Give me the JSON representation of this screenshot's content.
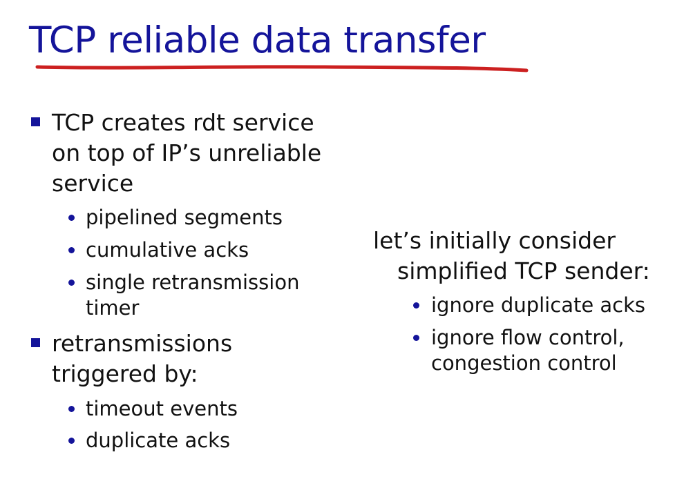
{
  "slide": {
    "title": "TCP reliable data transfer",
    "left": {
      "bullet1": {
        "lines": [
          "TCP creates rdt service",
          "on top of IP’s unreliable",
          "service"
        ],
        "sub": [
          {
            "lines": [
              "pipelined segments"
            ]
          },
          {
            "lines": [
              "cumulative acks"
            ]
          },
          {
            "lines": [
              "single retransmission",
              "timer"
            ]
          }
        ]
      },
      "bullet2": {
        "lines": [
          "retransmissions",
          "triggered by:"
        ],
        "sub": [
          {
            "lines": [
              "timeout events"
            ]
          },
          {
            "lines": [
              "duplicate acks"
            ]
          }
        ]
      }
    },
    "right": {
      "intro_lines": [
        "let’s initially consider",
        "simplified TCP sender:"
      ],
      "sub": [
        {
          "lines": [
            "ignore duplicate acks"
          ]
        },
        {
          "lines": [
            "ignore flow control,",
            "congestion control"
          ]
        }
      ]
    }
  },
  "colors": {
    "title": "#14149a",
    "underline": "#cc2020",
    "bullet": "#14149a"
  }
}
